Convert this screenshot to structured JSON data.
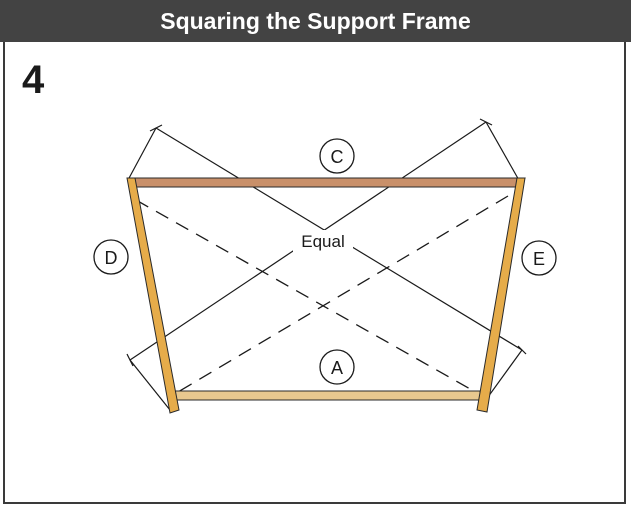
{
  "header": {
    "title": "Squaring the Support Frame"
  },
  "step": {
    "number": "4"
  },
  "labels": {
    "top_board": "C",
    "bottom_board": "A",
    "left_board": "D",
    "right_board": "E",
    "diagonals_note": "Equal"
  },
  "colors": {
    "header_bg": "#434343",
    "top_board_wood": "#c9906a",
    "side_board_wood": "#e6ac4a",
    "bottom_board_wood": "#e8c88f"
  }
}
